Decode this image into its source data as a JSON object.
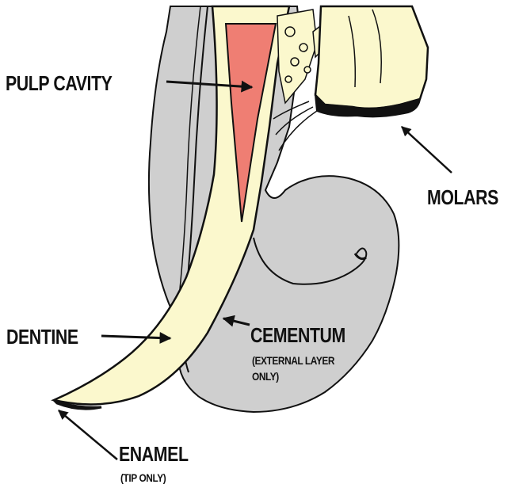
{
  "labels": {
    "pulp_cavity": "PULP CAVITY",
    "molars": "MOLARS",
    "dentine": "DENTINE",
    "cementum": "CEMENTUM",
    "cementum_note_line1": "(EXTERNAL LAYER",
    "cementum_note_line2": "ONLY)",
    "enamel": "ENAMEL",
    "enamel_note": "(TIP ONLY)"
  },
  "colors": {
    "cementum_gray": "#cfcfcf",
    "dentine_cream": "#fbf8cd",
    "pulp_red": "#ef7e73",
    "outline": "#111111",
    "background": "#ffffff"
  }
}
